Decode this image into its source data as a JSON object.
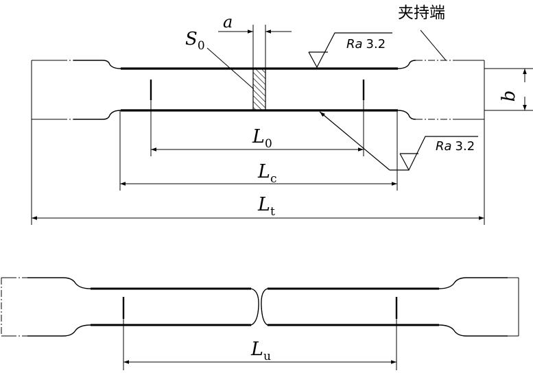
{
  "labels": {
    "a": "a",
    "s0_main": "S",
    "s0_sub": "0",
    "b": "b",
    "l0_main": "L",
    "l0_sub": "0",
    "lc_main": "L",
    "lc_sub": "c",
    "lt_main": "L",
    "lt_sub": "t",
    "lu_main": "L",
    "lu_sub": "u",
    "clamp_end": "夹持端"
  },
  "roughness": {
    "top": {
      "symbol": "Ra",
      "value": "3.2"
    },
    "bottom": {
      "symbol": "Ra",
      "value": "3.2"
    }
  }
}
